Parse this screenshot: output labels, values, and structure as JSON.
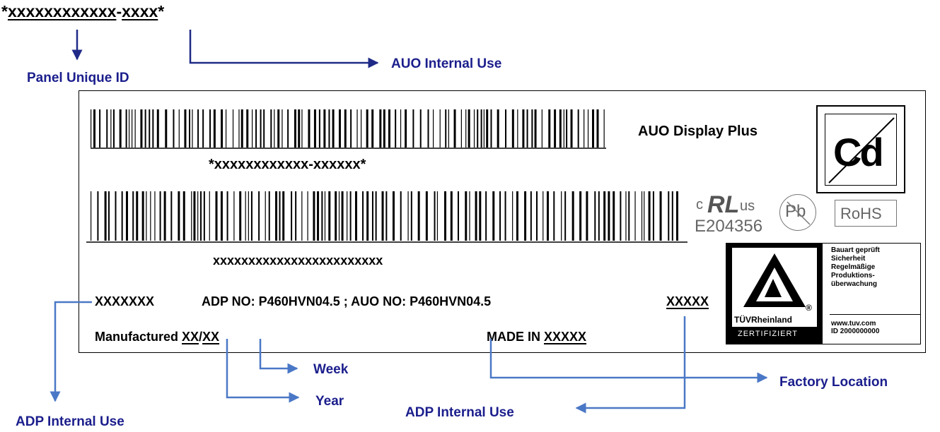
{
  "top": {
    "star_open": "*",
    "id_part": "xxxxxxxxxxxx",
    "dash": "-",
    "internal_part": "xxxx",
    "star_close": "*"
  },
  "callouts": {
    "panel_unique_id": "Panel Unique ID",
    "auo_internal_use": "AUO Internal Use",
    "adp_internal_use_left": "ADP Internal Use",
    "adp_internal_use_right": "ADP Internal Use",
    "week": "Week",
    "year": "Year",
    "factory_location": "Factory Location"
  },
  "label": {
    "company": "AUO Display Plus",
    "barcode1_text": "*xxxxxxxxxxxx-xxxxxx*",
    "barcode2_text": "xxxxxxxxxxxxxxxxxxxxxxxx",
    "code_left": "XXXXXXX",
    "adp_no_label": "ADP NO: P460HVN04.5 ; AUO NO: P460HVN04.5",
    "code_right": "XXXXX",
    "manufactured_label": "Manufactured ",
    "mfg_year": "XX",
    "slash": "/",
    "mfg_week": "XX",
    "made_in_label": "MADE IN ",
    "made_in_value": "XXXXX"
  },
  "marks": {
    "cd": "Cd",
    "ul_c": "c",
    "ul_us": "us",
    "ul_number": "E204356",
    "pb": "Pb",
    "rohs": "RoHS",
    "tuv_brand": "TÜVRheinland",
    "tuv_reg": "®",
    "tuv_cert": "ZERTIFIZIERT",
    "tuv_text": [
      "Bauart geprüft",
      "Sicherheit",
      "Regelmäßige",
      "Produktions-",
      "überwachung"
    ],
    "tuv_url": "www.tuv.com",
    "tuv_id": "ID 2000000000"
  },
  "colors": {
    "navy_text": "#1b1e8c",
    "arrow_dark": "#1f2a87",
    "arrow_light": "#4a78c6"
  }
}
